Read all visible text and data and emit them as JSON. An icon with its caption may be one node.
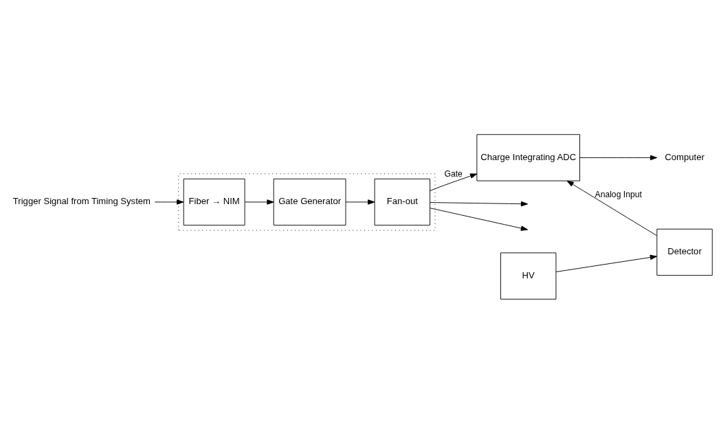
{
  "diagram": {
    "nodes": [
      {
        "text": [
          "Trigger Signal from Timing System"
        ]
      },
      {
        "text": [],
        "shape": "box"
      },
      {
        "text": [
          "Fiber → NIM"
        ],
        "in": 1
      },
      {
        "text": [
          "Gate Generator"
        ],
        "in": 1
      },
      {
        "text": [
          "Fan-out"
        ],
        "in": 1
      },
      {
        "text": [
          "Charge Integrating ADC"
        ]
      },
      {
        "text": [
          "Computer"
        ]
      },
      {
        "text": [
          "Detector"
        ]
      },
      {
        "text": [
          "HV"
        ]
      }
    ],
    "edges": [
      {
        "from": 0,
        "to": 2,
        "arrow": "to"
      },
      {
        "from": 2,
        "to": 3,
        "arrow": "to"
      },
      {
        "from": 3,
        "to": 4,
        "arrow": "to"
      },
      {
        "from": 4,
        "to": null,
        "arrow": "to"
      },
      {
        "from": 4,
        "to": null,
        "arrow": "to"
      },
      {
        "from": 4,
        "to": 5,
        "arrow": "to",
        "label": "Gate"
      },
      {
        "from": 5,
        "to": 6,
        "arrow": "to"
      },
      {
        "from": 7,
        "to": 5,
        "arrow": "to",
        "label": "Analog Input"
      },
      {
        "from": 8,
        "to": 7,
        "arrow": "to"
      }
    ]
  }
}
